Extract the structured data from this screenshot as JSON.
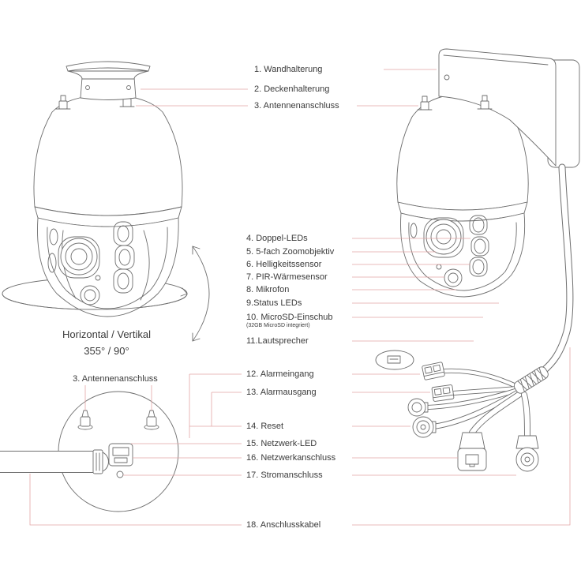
{
  "callouts": [
    {
      "text": "1. Wandhalterung"
    },
    {
      "text": "2. Deckenhalterung"
    },
    {
      "text": "3. Antennenanschluss"
    },
    {
      "text": "4. Doppel-LEDs"
    },
    {
      "text": "5. 5-fach Zoomobjektiv"
    },
    {
      "text": "6. Helligkeitssensor"
    },
    {
      "text": "7. PIR-Wärmesensor"
    },
    {
      "text": "8. Mikrofon"
    },
    {
      "text": "9.Status LEDs"
    },
    {
      "text": "10. MicroSD-Einschub",
      "note": "(32GB MicroSD integriert)"
    },
    {
      "text": "11.Lautsprecher"
    },
    {
      "text": "12. Alarmeingang"
    },
    {
      "text": "13. Alarmausgang"
    },
    {
      "text": "14. Reset"
    },
    {
      "text": "15. Netzwerk-LED"
    },
    {
      "text": "16. Netzwerkanschluss"
    },
    {
      "text": "17. Stromanschluss"
    },
    {
      "text": "18. Anschlusskabel"
    }
  ],
  "rotation": {
    "caption": "Horizontal / Vertikal",
    "angles": "355° / 90°"
  },
  "back_view": {
    "antenna_label": "3. Antennenanschluss"
  },
  "colors": {
    "drawing": "#6e6e6e",
    "leader": "#e3a5a5",
    "text": "#3a3a3a",
    "background": "#ffffff"
  }
}
